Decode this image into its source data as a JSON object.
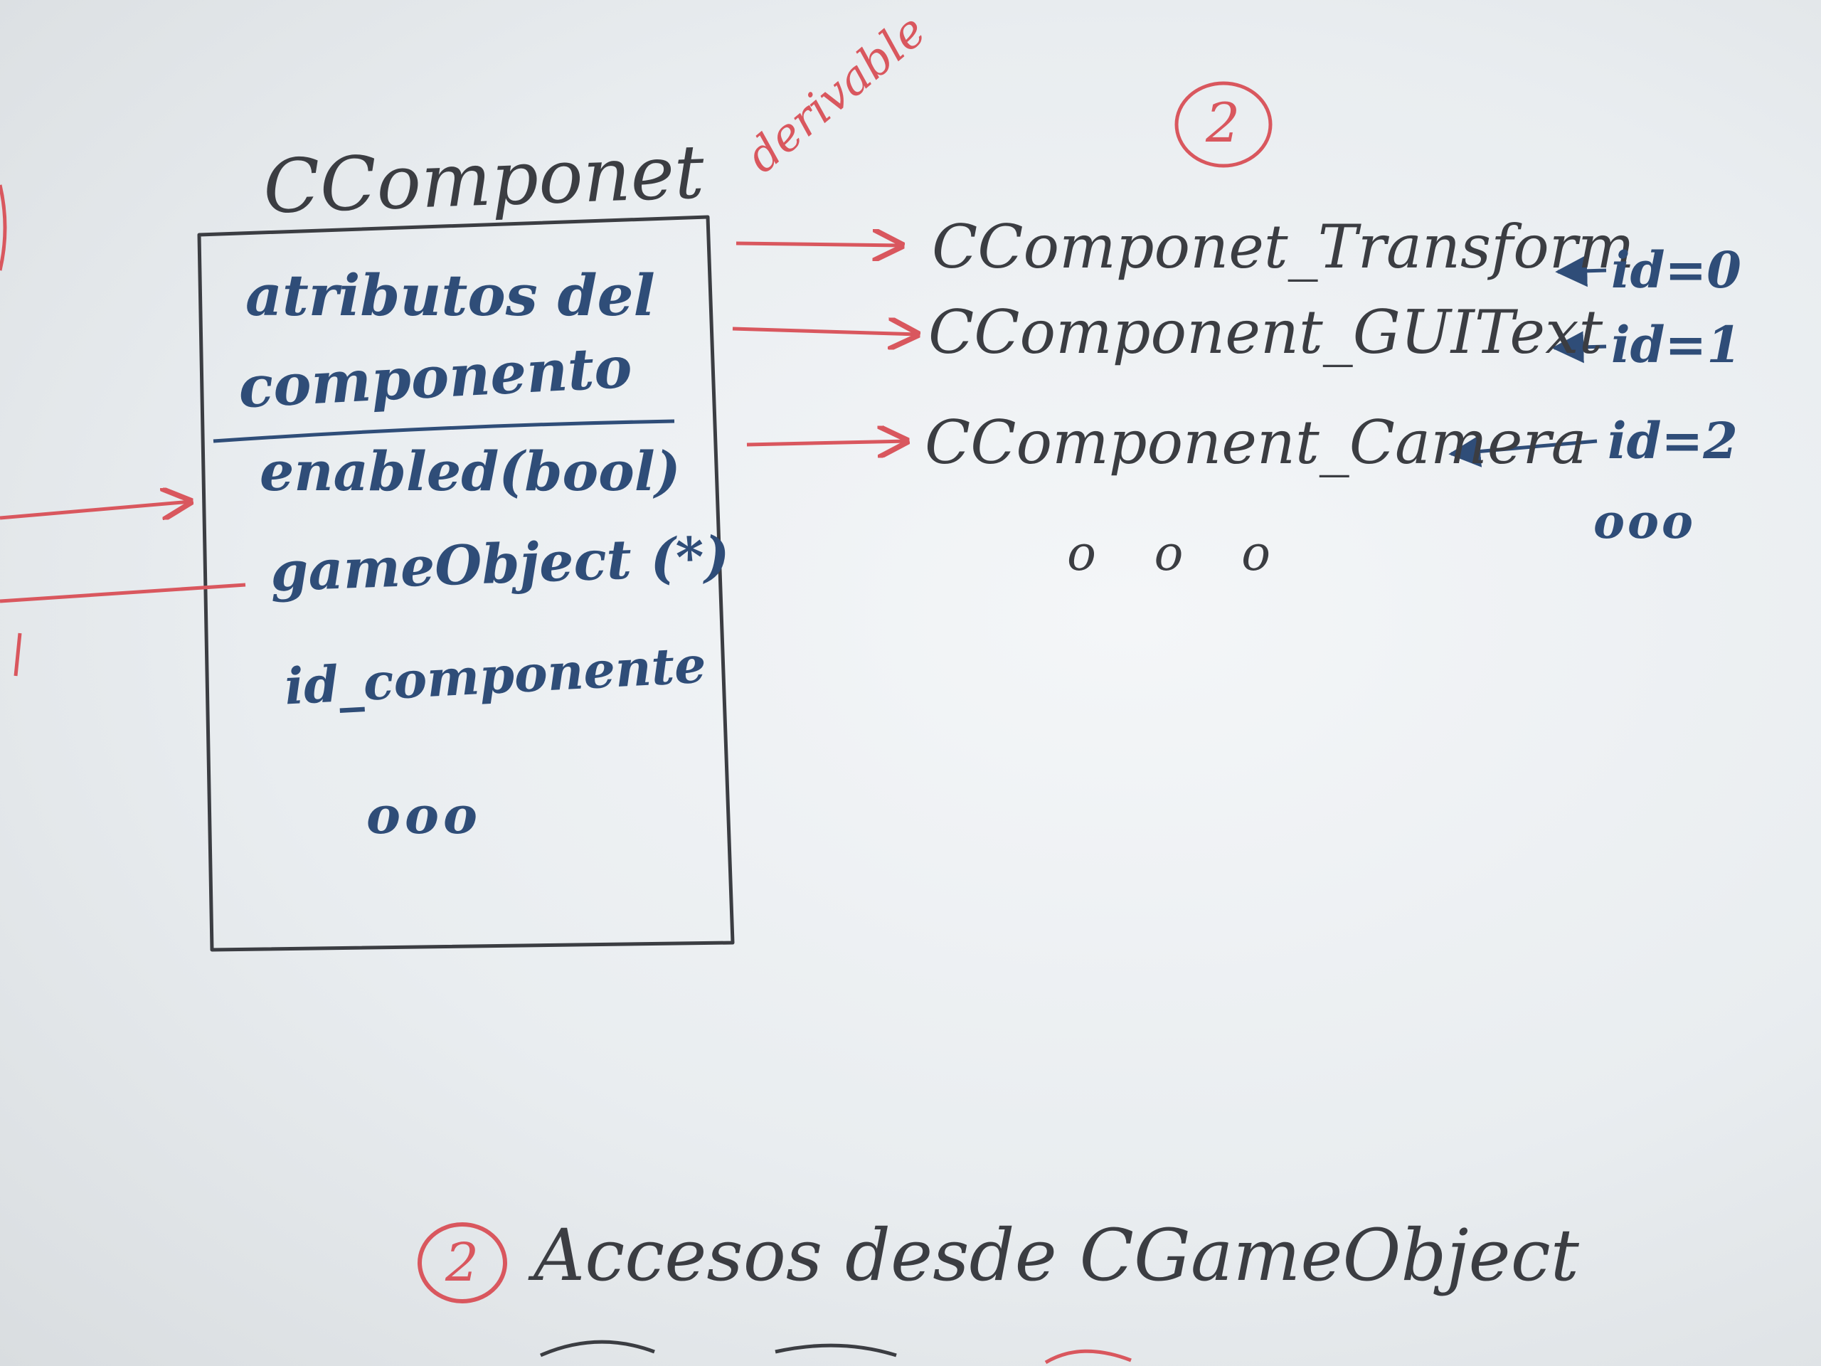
{
  "class_box": {
    "title": "CComponet",
    "header_lines": [
      "atributos del",
      "componento"
    ],
    "members": [
      "enabled(bool)",
      "gameObject (*)",
      "id_componente"
    ],
    "ellipsis": "ooo"
  },
  "inheritance_label": "derivable",
  "section_marker": "2",
  "derived_classes": [
    {
      "name": "CComponet_Transform",
      "id_label": "id=0"
    },
    {
      "name": "CComponent_GUIText",
      "id_label": "id=1"
    },
    {
      "name": "CComponent_Camera",
      "id_label": "id=2"
    }
  ],
  "derived_ellipsis": "o o o",
  "id_ellipsis": "ooo",
  "footer": {
    "marker": "2",
    "text": "Accesos desde CGameObject"
  },
  "colors": {
    "dark_ink": "#3b3d42",
    "blue_ink": "#2f4d78",
    "red_ink": "#d9575e"
  }
}
